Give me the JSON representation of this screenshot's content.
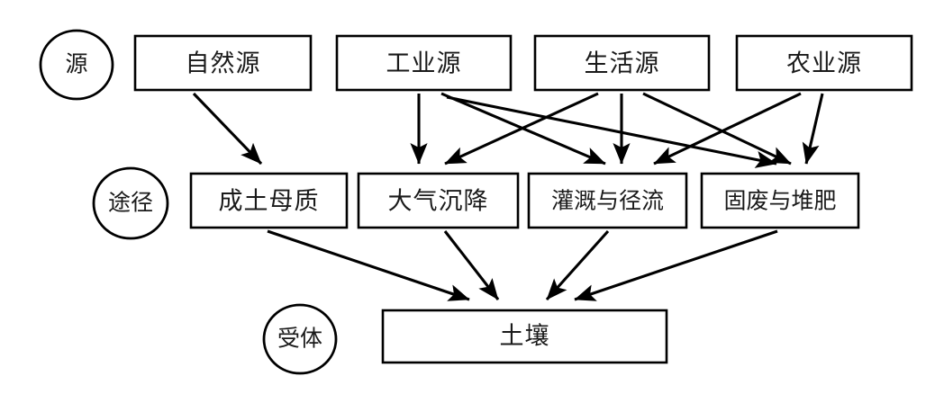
{
  "diagram": {
    "type": "flow-diagram",
    "title": "",
    "background_color": "#ffffff",
    "line_color": "#000000",
    "text_color": "#1a1a1a",
    "tiers": [
      {
        "id": "source",
        "label": "源",
        "shape": "circle"
      },
      {
        "id": "pathway",
        "label": "途径",
        "shape": "circle"
      },
      {
        "id": "receptor",
        "label": "受体",
        "shape": "circle"
      }
    ],
    "nodes": {
      "sources": [
        {
          "id": "natural",
          "label": "自然源"
        },
        {
          "id": "industrial",
          "label": "工业源"
        },
        {
          "id": "domestic",
          "label": "生活源"
        },
        {
          "id": "agricultural",
          "label": "农业源"
        }
      ],
      "pathways": [
        {
          "id": "parent-material",
          "label": "成土母质"
        },
        {
          "id": "atmospheric-deposition",
          "label": "大气沉降"
        },
        {
          "id": "irrigation-runoff",
          "label": "灌溉与径流"
        },
        {
          "id": "solid-waste-compost",
          "label": "固废与堆肥"
        }
      ],
      "receptors": [
        {
          "id": "soil",
          "label": "土壤"
        }
      ]
    },
    "edges": [
      {
        "from": "natural",
        "to": "parent-material"
      },
      {
        "from": "industrial",
        "to": "atmospheric-deposition"
      },
      {
        "from": "industrial",
        "to": "irrigation-runoff"
      },
      {
        "from": "industrial",
        "to": "solid-waste-compost"
      },
      {
        "from": "domestic",
        "to": "atmospheric-deposition"
      },
      {
        "from": "domestic",
        "to": "irrigation-runoff"
      },
      {
        "from": "domestic",
        "to": "solid-waste-compost"
      },
      {
        "from": "agricultural",
        "to": "irrigation-runoff"
      },
      {
        "from": "agricultural",
        "to": "solid-waste-compost"
      },
      {
        "from": "parent-material",
        "to": "soil"
      },
      {
        "from": "atmospheric-deposition",
        "to": "soil"
      },
      {
        "from": "irrigation-runoff",
        "to": "soil"
      },
      {
        "from": "solid-waste-compost",
        "to": "soil"
      }
    ]
  }
}
